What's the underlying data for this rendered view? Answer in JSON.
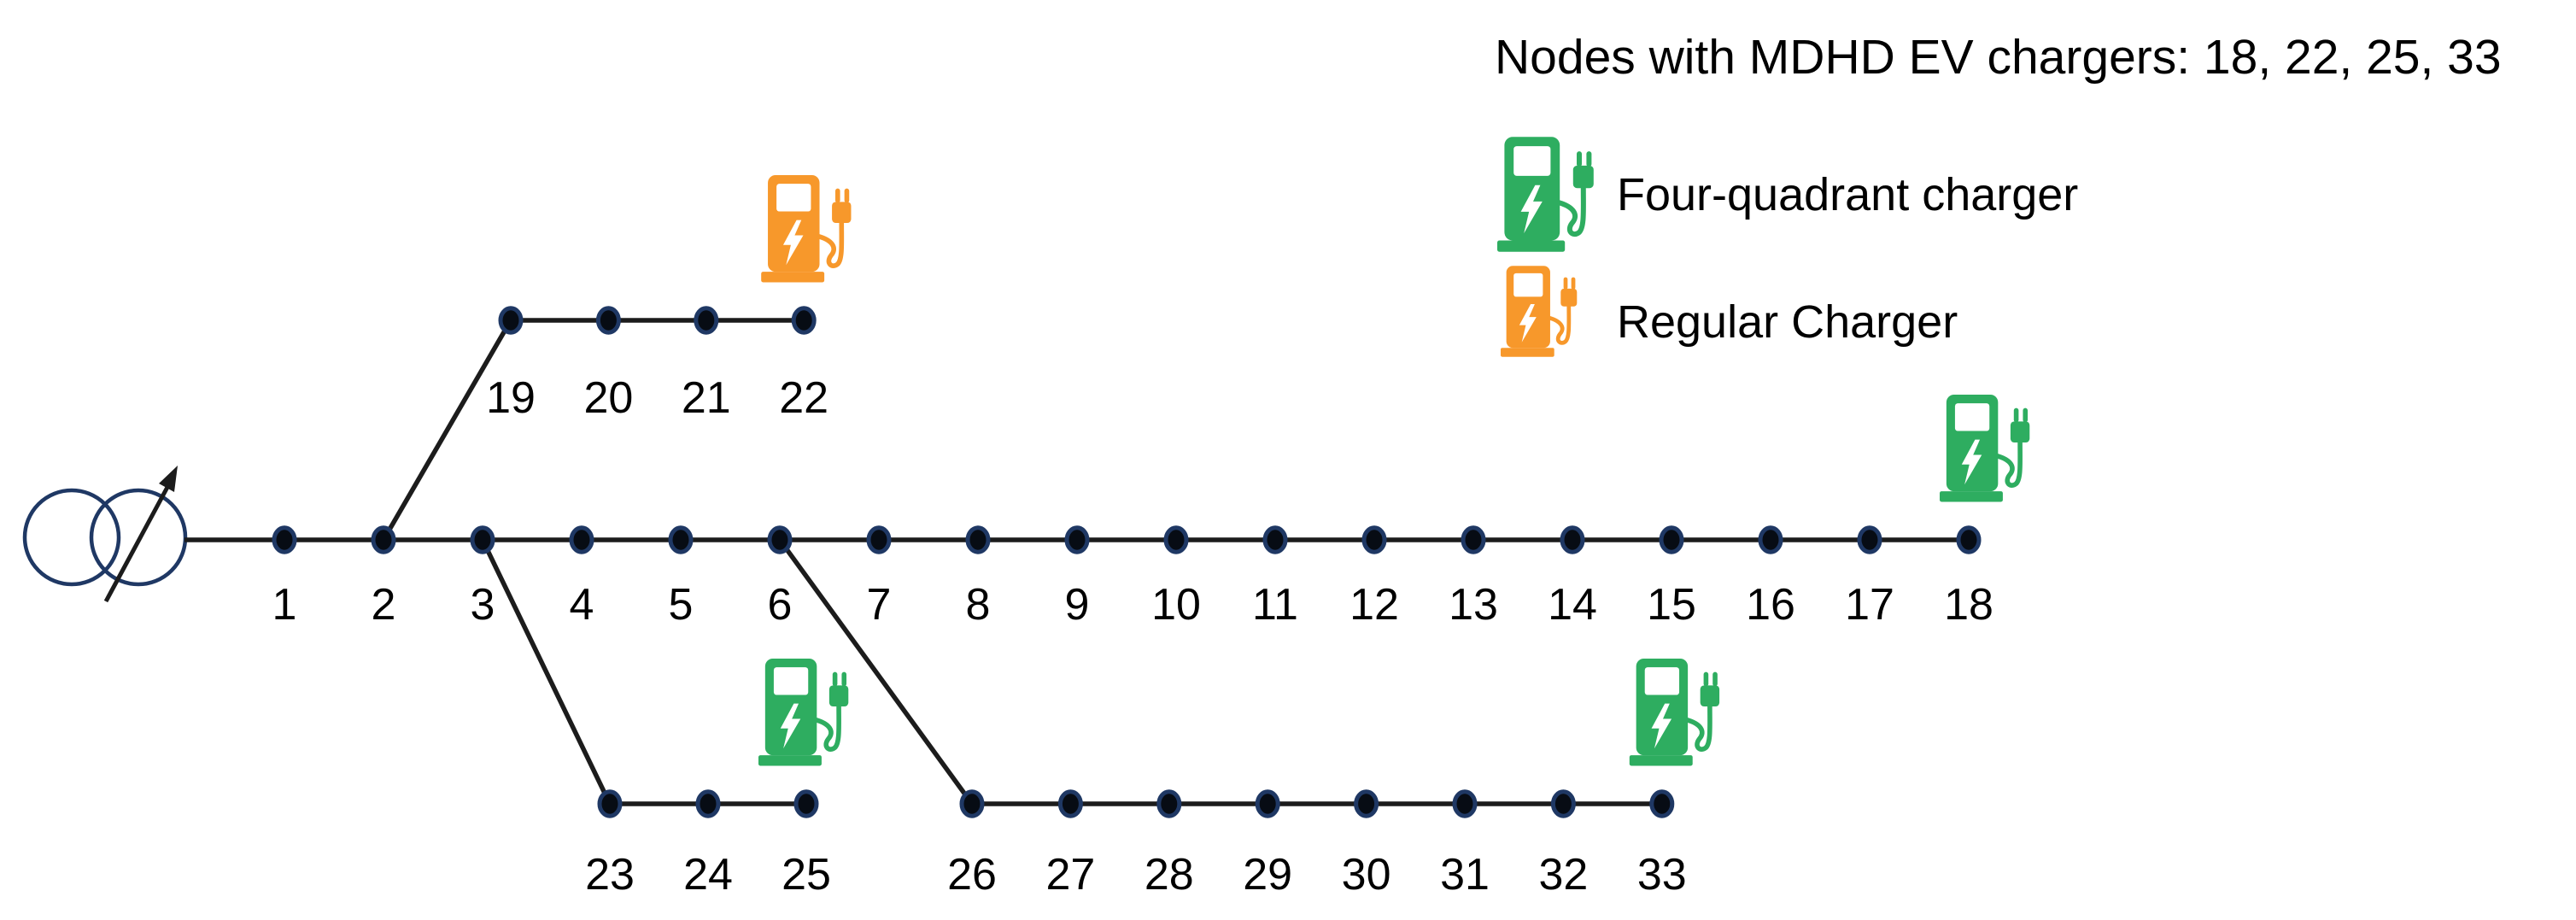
{
  "title": "Nodes with MDHD EV chargers: 18, 22, 25, 33",
  "colors": {
    "four_quadrant_green": "#2ead60",
    "regular_orange": "#f7982b",
    "node_ring_navy": "#1f3864",
    "node_fill": "#070c14",
    "line_black": "#1c1c1c",
    "transformer_navy": "#24406b",
    "text_black": "#000000"
  },
  "legend": {
    "items": [
      {
        "type": "four-quadrant",
        "label": "Four-quadrant charger",
        "color_key": "four_quadrant_green"
      },
      {
        "type": "regular",
        "label": "Regular Charger",
        "color_key": "regular_orange"
      }
    ]
  },
  "network": {
    "substation": "transformer",
    "segments": [
      {
        "name": "main-feeder",
        "nodes": [
          "1",
          "2",
          "3",
          "4",
          "5",
          "6",
          "7",
          "8",
          "9",
          "10",
          "11",
          "12",
          "13",
          "14",
          "15",
          "16",
          "17",
          "18"
        ]
      },
      {
        "name": "branch-19-22",
        "nodes": [
          "19",
          "20",
          "21",
          "22"
        ],
        "tap_from": "2"
      },
      {
        "name": "branch-23-25",
        "nodes": [
          "23",
          "24",
          "25"
        ],
        "tap_from": "3"
      },
      {
        "name": "branch-26-33",
        "nodes": [
          "26",
          "27",
          "28",
          "29",
          "30",
          "31",
          "32",
          "33"
        ],
        "tap_from": "6"
      }
    ],
    "chargers": [
      {
        "node": "18",
        "type": "four-quadrant"
      },
      {
        "node": "22",
        "type": "regular"
      },
      {
        "node": "25",
        "type": "four-quadrant"
      },
      {
        "node": "33",
        "type": "four-quadrant"
      }
    ],
    "nodes_with_chargers": "18, 22, 25, 33"
  }
}
